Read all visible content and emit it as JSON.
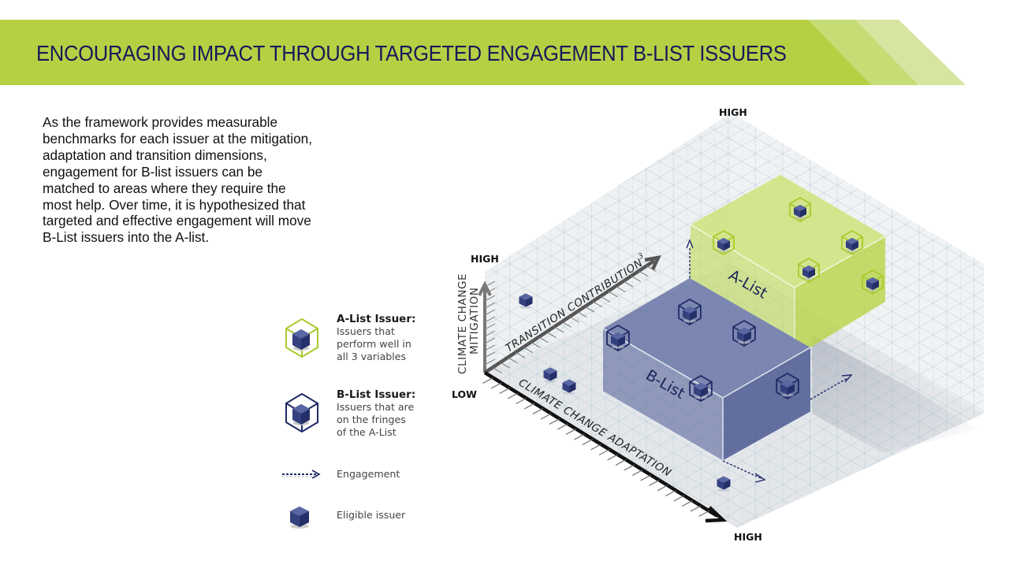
{
  "header": {
    "title": "ENCOURAGING IMPACT THROUGH TARGETED ENGAGEMENT B-LIST ISSUERS"
  },
  "intro": {
    "paragraph": "As the framework  provides measurable benchmarks for each issuer at the mitigation, adaptation and transition dimensions, engagement for B-list issuers can be matched to areas where they require the  most help. Over time, it is hypothesized that targeted and effective engagement will move B-List issuers into the A-list."
  },
  "legend": {
    "items": [
      {
        "icon": "a-list-issuer-icon",
        "title": "A-List Issuer:",
        "lines": [
          "Issuers that",
          "perform well in",
          "all 3 variables"
        ]
      },
      {
        "icon": "b-list-issuer-icon",
        "title": "B-List Issuer:",
        "lines": [
          "Issuers that are",
          "on the fringes",
          "of the A-List"
        ]
      },
      {
        "icon": "engagement-arrow-icon",
        "title": "",
        "lines": [
          "Engagement"
        ]
      },
      {
        "icon": "eligible-issuer-cube-icon",
        "title": "",
        "lines": [
          "Eligible issuer"
        ]
      }
    ]
  },
  "diagram": {
    "axes": {
      "mitigation": {
        "title_line1": "CLIMATE CHANGE",
        "title_line2": "MITIGATION",
        "low": "LOW",
        "high": "HIGH"
      },
      "transition": {
        "title": "TRANSITION CONTRIBUTION",
        "superscript": "3",
        "high": "HIGH"
      },
      "adaptation": {
        "title": "CLIMATE CHANGE ADAPTATION",
        "high": "HIGH"
      }
    },
    "boxes": {
      "a_list": {
        "label": "A-List",
        "issuer_count": 5
      },
      "b_list": {
        "label": "B-List",
        "issuer_count": 5
      }
    },
    "eligible_issuer_count": 4,
    "engagement_arrow_count": 3,
    "colors": {
      "banner": "#b5d042",
      "title_text": "#16195a",
      "a_list": "#c2dc5a",
      "b_list": "#4b5a93",
      "cube": "#2f3b7c",
      "grid": "#bcd4dc"
    }
  }
}
